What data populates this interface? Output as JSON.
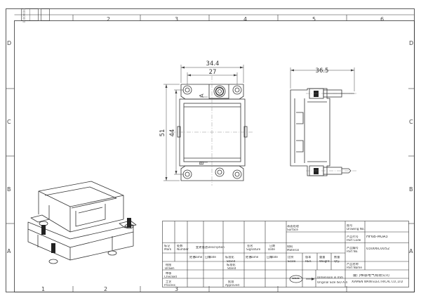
{
  "sheet": {
    "corner_mark": "00000000",
    "zones": {
      "columns": [
        "1",
        "2",
        "3",
        "4",
        "5",
        "6"
      ],
      "rows": [
        "D",
        "C",
        "B",
        "A"
      ]
    }
  },
  "front_view": {
    "dim_overall_width": "34.4",
    "dim_hole_pitch_width": "27",
    "dim_overall_height": "51",
    "dim_hole_pitch_height": "44",
    "label_a": "A",
    "label_b": "B"
  },
  "side_view": {
    "dim_depth": "36.5"
  },
  "title_block": {
    "drawing_no_cn": "图号",
    "drawing_no_en": "Drawing No.",
    "part_code_cn": "产品代号",
    "part_code_en": "Part Code",
    "part_code_value": "HF6B-MUA3",
    "part_no_cn": "产品编号",
    "part_no_en": "Part No.",
    "part_no_value": "03006C0052",
    "part_name_cn": "产品名称",
    "part_name_en": "Part Name",
    "surface_cn": "表面处理",
    "surface_en": "Surface",
    "material_cn": "材料",
    "material_en": "Material",
    "scale_cn": "比例",
    "scale_en": "Scale",
    "rev_cn": "版本",
    "rev_en": "REV.",
    "weight_cn": "重量",
    "weight_en": "Weight",
    "qty_cn": "数量",
    "qty_en": "Qty.",
    "mark_cn": "标记",
    "mark_en": "Mark",
    "number_cn": "处数",
    "number_en": "Number",
    "description_cn": "变更描述",
    "description_en": "Description",
    "signature_cn": "签名",
    "signature_en": "Signature",
    "date_cn": "日期",
    "date_en": "Date",
    "name_cn": "姓名",
    "name_en": "Name",
    "drawn_cn": "绘图",
    "drawn_en": "Drawn",
    "checked_cn": "审核",
    "checked_en": "Checked",
    "process_cn": "工艺",
    "process_en": "Process",
    "stand_cn": "标准化",
    "stand_en": "Stand",
    "approved_cn": "批准",
    "approved_en": "Approved",
    "note_line1": "Dimension in mm",
    "note_line2": "Original Size ISO A 4",
    "company_cn": "厦门唯恩电气有限公司",
    "company_en": "XIAMEN WAIN ELECTRICAL CO.,LTD",
    "logo_text": "WAIN"
  }
}
